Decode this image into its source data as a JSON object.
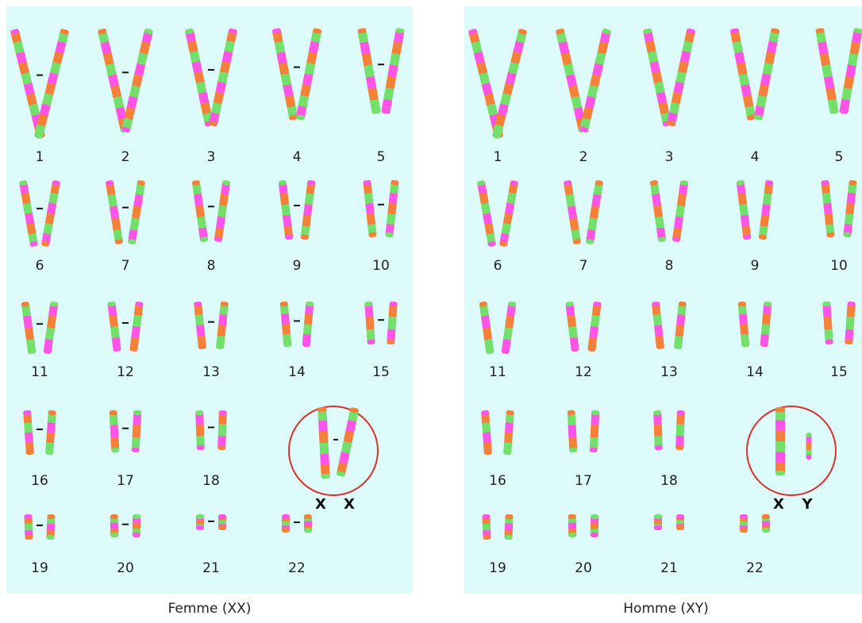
{
  "colors": {
    "orange": "#f5803a",
    "green": "#73e06b",
    "pink": "#ff55e6",
    "background": "#ddfbfb",
    "circle": "#d8312e"
  },
  "panels": [
    {
      "id": "female",
      "caption": "Femme (XX)",
      "numbers": [
        "1",
        "2",
        "3",
        "4",
        "5",
        "6",
        "7",
        "8",
        "9",
        "10",
        "11",
        "12",
        "13",
        "14",
        "15",
        "16",
        "17",
        "18",
        "19",
        "20",
        "21",
        "22"
      ],
      "sex_labels": [
        "X",
        "X"
      ]
    },
    {
      "id": "male",
      "caption": "Homme (XY)",
      "numbers": [
        "1",
        "2",
        "3",
        "4",
        "5",
        "6",
        "7",
        "8",
        "9",
        "10",
        "11",
        "12",
        "13",
        "14",
        "15",
        "16",
        "17",
        "18",
        "19",
        "20",
        "21",
        "22"
      ],
      "sex_labels": [
        "X",
        "Y"
      ]
    }
  ]
}
